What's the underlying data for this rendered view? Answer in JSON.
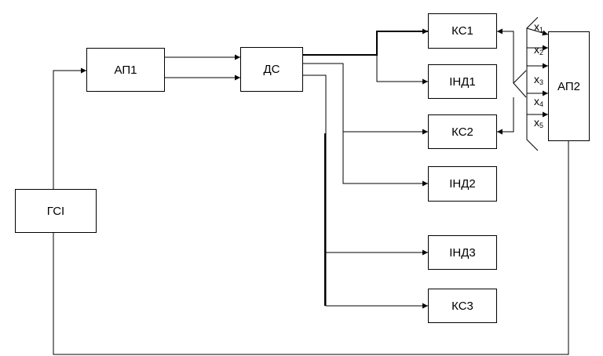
{
  "blocks": {
    "ap1": "АП1",
    "ds": "ДС",
    "ks1": "КС1",
    "ind1": "ІНД1",
    "ks2": "КС2",
    "ind2": "ІНД2",
    "ind3": "ІНД3",
    "ks3": "КС3",
    "gsi": "ГСІ",
    "ap2": "АП2"
  },
  "inputs": [
    {
      "sym": "x",
      "idx": "1"
    },
    {
      "sym": "x",
      "idx": "2"
    },
    {
      "sym": "x",
      "idx": "3"
    },
    {
      "sym": "x",
      "idx": "4"
    },
    {
      "sym": "x",
      "idx": "5"
    }
  ]
}
